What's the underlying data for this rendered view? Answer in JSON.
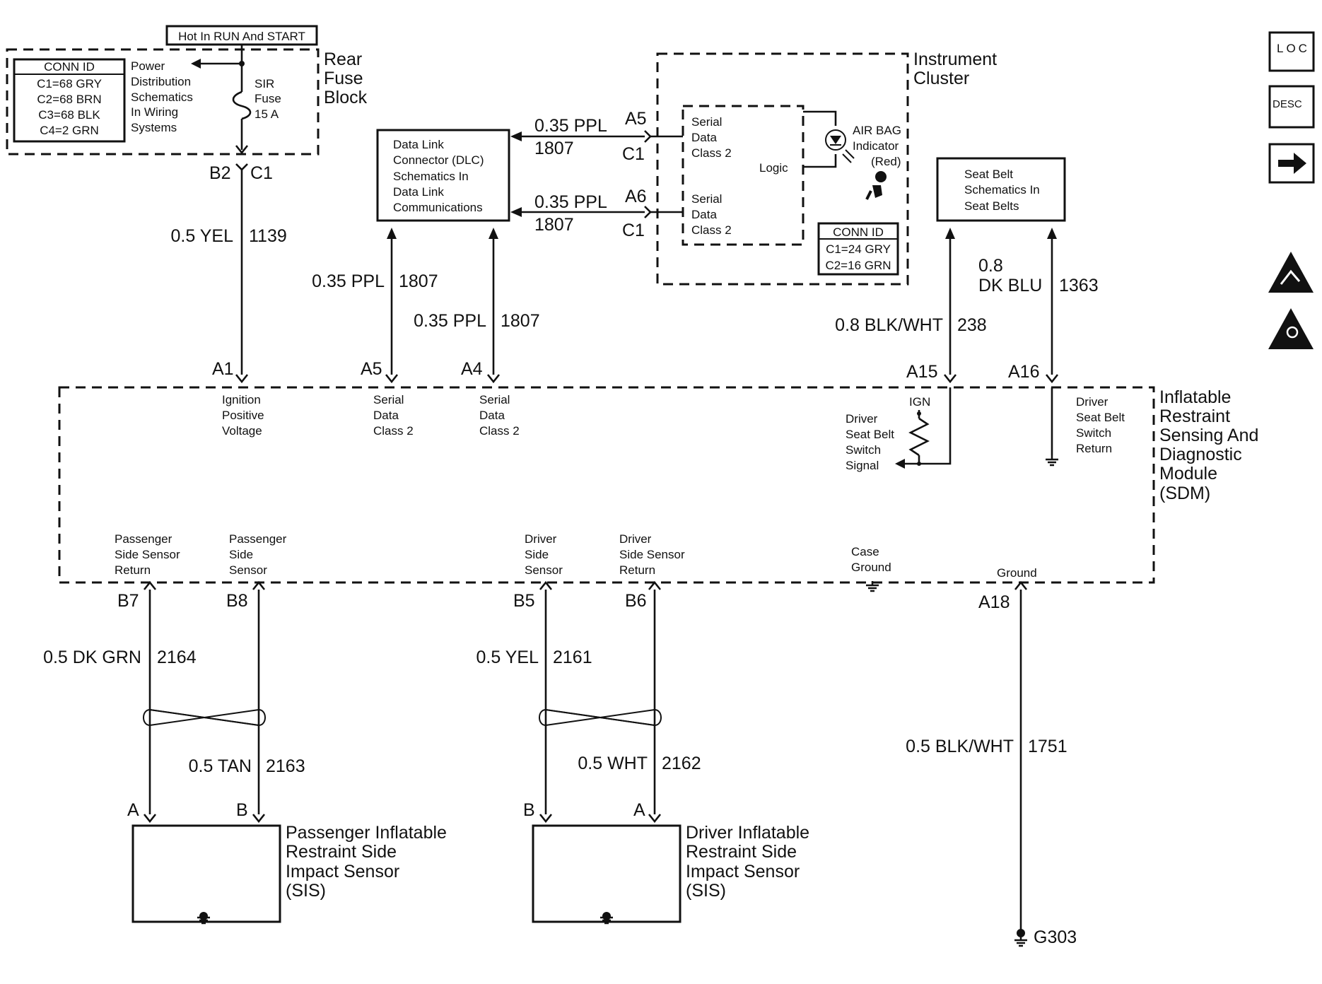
{
  "fuse_block": {
    "hot_label": "Hot In RUN And START",
    "title": [
      "Rear",
      "Fuse",
      "Block"
    ],
    "conn_id": {
      "header": "CONN ID",
      "rows": [
        "C1=68 GRY",
        "C2=68 BRN",
        "C3=68 BLK",
        "C4=2  GRN"
      ]
    },
    "power_note": [
      "Power",
      "Distribution",
      "Schematics",
      "In Wiring",
      "Systems"
    ],
    "fuse_label": [
      "SIR",
      "Fuse",
      "15 A"
    ],
    "pins": [
      "B2",
      "C1"
    ]
  },
  "dlc": {
    "text": [
      "Data Link",
      "Connector (DLC)",
      "Schematics In",
      "Data Link",
      "Communications"
    ]
  },
  "instrument_cluster": {
    "title": [
      "Instrument",
      "Cluster"
    ],
    "serial1": [
      "Serial",
      "Data",
      "Class 2"
    ],
    "serial2": [
      "Serial",
      "Data",
      "Class 2"
    ],
    "logic": "Logic",
    "indicator": [
      "AIR BAG",
      "Indicator",
      "(Red)"
    ],
    "conn_id": {
      "header": "CONN ID",
      "rows": [
        "C1=24 GRY",
        "C2=16 GRN"
      ]
    },
    "pins": [
      "A5",
      "C1",
      "A6",
      "C1"
    ]
  },
  "seat_belt_box": {
    "text": [
      "Seat Belt",
      "Schematics In",
      "Seat Belts"
    ]
  },
  "wires": {
    "w1139": {
      "size": "0.5 YEL",
      "circuit": "1139"
    },
    "w1807_dlc_top": {
      "size": "0.35 PPL",
      "circuit": "1807"
    },
    "w1807_dlc_bot": {
      "size": "0.35 PPL",
      "circuit": "1807"
    },
    "w1807_a5": {
      "size": "0.35 PPL",
      "circuit": "1807"
    },
    "w1807_a4": {
      "size": "0.35 PPL",
      "circuit": "1807"
    },
    "w238": {
      "size": "0.8 BLK/WHT",
      "circuit": "238"
    },
    "w1363": {
      "size": [
        "0.8",
        "DK  BLU"
      ],
      "circuit": "1363"
    },
    "w2164": {
      "size": "0.5 DK GRN",
      "circuit": "2164"
    },
    "w2163": {
      "size": "0.5 TAN",
      "circuit": "2163"
    },
    "w2161": {
      "size": "0.5 YEL",
      "circuit": "2161"
    },
    "w2162": {
      "size": "0.5 WHT",
      "circuit": "2162"
    },
    "w1751": {
      "size": "0.5 BLK/WHT",
      "circuit": "1751"
    }
  },
  "sdm": {
    "title": [
      "Inflatable",
      "Restraint",
      "Sensing And",
      "Diagnostic",
      "Module",
      "(SDM)"
    ],
    "top_pins": [
      "A1",
      "A5",
      "A4",
      "A15",
      "A16"
    ],
    "ignition": [
      "Ignition",
      "Positive",
      "Voltage"
    ],
    "serial_a5": [
      "Serial",
      "Data",
      "Class 2"
    ],
    "serial_a4": [
      "Serial",
      "Data",
      "Class 2"
    ],
    "ign": "IGN",
    "driver_switch": [
      "Driver",
      "Seat Belt",
      "Switch",
      "Signal"
    ],
    "driver_return": [
      "Driver",
      "Seat Belt",
      "Switch",
      "Return"
    ],
    "pass_return": [
      "Passenger",
      "Side Sensor",
      "Return"
    ],
    "pass_sensor": [
      "Passenger",
      "Side",
      "Sensor"
    ],
    "drv_sensor": [
      "Driver",
      "Side",
      "Sensor"
    ],
    "drv_return": [
      "Driver",
      "Side Sensor",
      "Return"
    ],
    "case_ground": [
      "Case",
      "Ground"
    ],
    "ground": "Ground",
    "bottom_pins": [
      "B7",
      "B8",
      "B5",
      "B6",
      "A18"
    ]
  },
  "pass_sensor": {
    "pins": [
      "A",
      "B"
    ],
    "title": [
      "Passenger Inflatable",
      "Restraint Side",
      "Impact Sensor",
      "(SIS)"
    ]
  },
  "drv_sensor": {
    "pins": [
      "B",
      "A"
    ],
    "title": [
      "Driver Inflatable",
      "Restraint Side",
      "Impact Sensor",
      "(SIS)"
    ]
  },
  "ground_ref": "G303",
  "nav": {
    "loc": "LOC",
    "desc": "DESC"
  }
}
